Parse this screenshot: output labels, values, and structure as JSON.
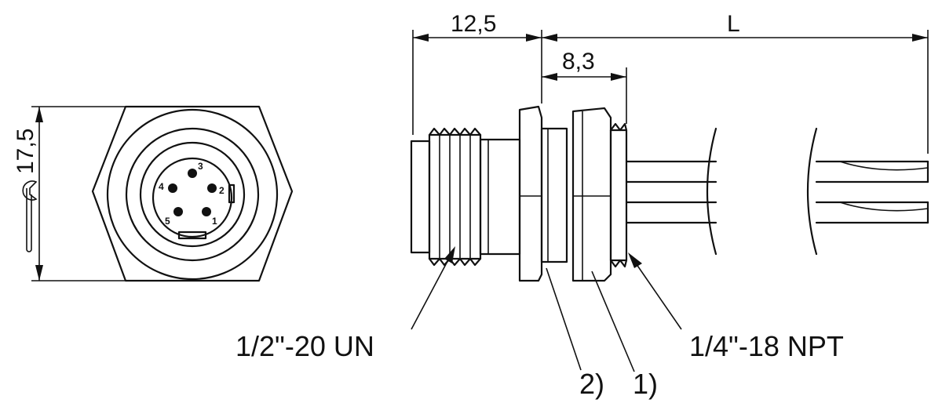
{
  "front_view": {
    "dimension_across_flats": "17,5",
    "pins": [
      {
        "label": "1"
      },
      {
        "label": "2"
      },
      {
        "label": "3"
      },
      {
        "label": "4"
      },
      {
        "label": "5"
      }
    ]
  },
  "side_view": {
    "dim_thread_length": "12,5",
    "dim_cable_length": "L",
    "dim_panel_thread": "8,3",
    "callout_front_thread": "1/2\"-20 UN",
    "callout_rear_thread": "1/4\"-18 NPT",
    "callout_part_2": "2)",
    "callout_part_1": "1)"
  }
}
